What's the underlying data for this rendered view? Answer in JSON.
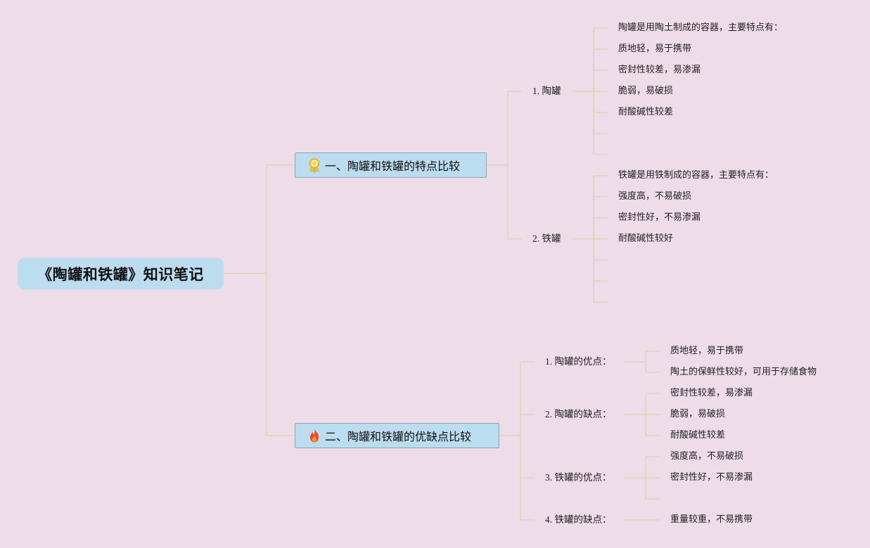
{
  "root": {
    "title": "《陶罐和铁罐》知识笔记"
  },
  "branch1": {
    "title": "一、陶罐和铁罐的特点比较",
    "icon": "award-ribbon-icon",
    "sub1": {
      "label": "1. 陶罐",
      "items": [
        "陶罐是用陶土制成的容器，主要特点有：",
        "质地轻，易于携带",
        "密封性较差，易渗漏",
        "脆弱，易破损",
        "耐酸碱性较差"
      ]
    },
    "sub2": {
      "label": "2. 铁罐",
      "items": [
        "铁罐是用铁制成的容器，主要特点有：",
        "强度高，不易破损",
        "密封性好，不易渗漏",
        "耐酸碱性较好"
      ]
    }
  },
  "branch2": {
    "title": "二、陶罐和铁罐的优缺点比较",
    "icon": "fire-icon",
    "sub1": {
      "label": "1. 陶罐的优点：",
      "items": [
        "质地轻，易于携带",
        "陶土的保鲜性较好，可用于存储食物"
      ]
    },
    "sub2": {
      "label": "2. 陶罐的缺点：",
      "items": [
        "密封性较差，易渗漏",
        "脆弱，易破损",
        "耐酸碱性较差"
      ]
    },
    "sub3": {
      "label": "3. 铁罐的优点：",
      "items": [
        "强度高，不易破损",
        "密封性好，不易渗漏"
      ]
    },
    "sub4": {
      "label": "4. 铁罐的缺点：",
      "items": [
        "重量较重，不易携带"
      ]
    }
  },
  "colors": {
    "background": "#eedce9",
    "node_fill": "#bcdcef",
    "node_border": "#7fa9b5",
    "connector": "#e3d4b2"
  }
}
